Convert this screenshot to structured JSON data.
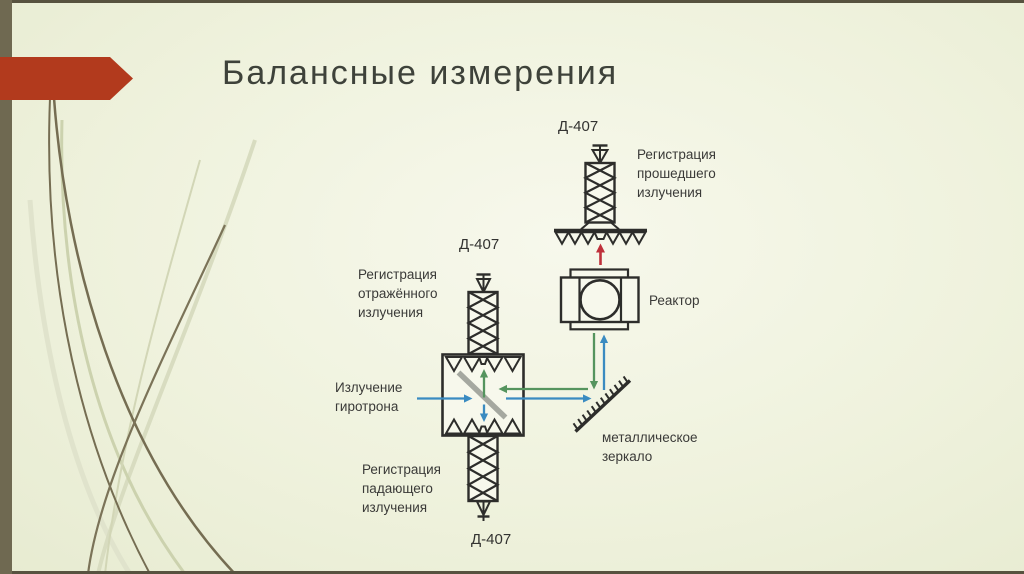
{
  "slide": {
    "title": "Балансные измерения",
    "accent_color": "#b23a1d",
    "sidebar_color": "#6f6951",
    "title_color": "#3e423a",
    "background_color": "#f1f3e2"
  },
  "diagram": {
    "detector_top_label": "Д-407",
    "detector_left_label": "Д-407",
    "detector_bottom_label": "Д-407",
    "transmitted_label": "Регистрация прошедшего излучения",
    "reflected_label": "Регистрация отражённого излучения",
    "incident_label": "Регистрация падающего излучения",
    "gyrotron_label": "Излучение гиротрона",
    "reactor_label": "Реактор",
    "mirror_label": "металлическое зеркало",
    "colors": {
      "outline": "#2d2d2b",
      "incident_beam_blue": "#3a8bc1",
      "reflected_beam_green": "#55945e",
      "transmitted_beam_red": "#bf303a",
      "splitter_gray": "#a5a8a0"
    }
  }
}
